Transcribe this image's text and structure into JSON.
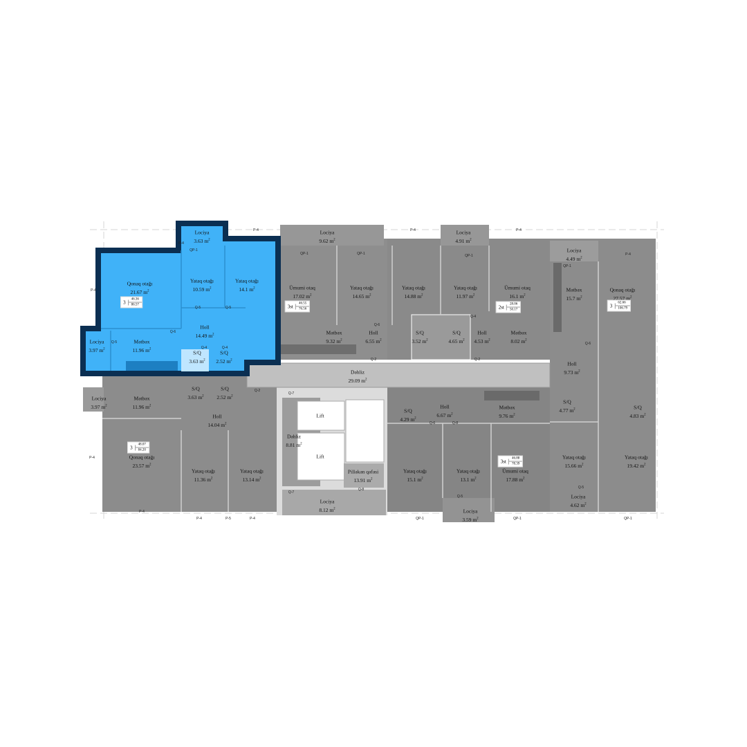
{
  "colors": {
    "selected_fill": "#40b2f8",
    "selected_outline": "#0b2f52",
    "room_gray": "#8c8c8c",
    "corridor": "#c0c0c0"
  },
  "units": "m²",
  "apartments": [
    {
      "id": "selected",
      "selected": true,
      "badge": {
        "rooms": "3",
        "living": "46.36",
        "total": "86.57"
      },
      "rooms": [
        {
          "name": "Lociya",
          "area": "3.63"
        },
        {
          "name": "Qonaq otağı",
          "area": "21.67"
        },
        {
          "name": "Yataq otağı",
          "area": "10.59"
        },
        {
          "name": "Yataq otağı",
          "area": "14.1"
        },
        {
          "name": "Holl",
          "area": "14.49"
        },
        {
          "name": "Lociya",
          "area": "3.97"
        },
        {
          "name": "Mətbəx",
          "area": "11.96"
        },
        {
          "name": "S/Q",
          "area": "3.63"
        },
        {
          "name": "S/Q",
          "area": "2.52"
        }
      ]
    },
    {
      "id": "top-middle",
      "badge": {
        "rooms": "3st",
        "living": "46.55",
        "total": "76.56"
      },
      "rooms": [
        {
          "name": "Lociya",
          "area": "9.62"
        },
        {
          "name": "Ümumi otaq",
          "area": "17.02"
        },
        {
          "name": "Yataq otağı",
          "area": "14.65"
        },
        {
          "name": "Mətbəx",
          "area": "9.32"
        },
        {
          "name": "Holl",
          "area": "6.55"
        }
      ]
    },
    {
      "id": "top-right-2st",
      "badge": {
        "rooms": "2st",
        "living": "28.06",
        "total": "50.17"
      },
      "rooms": [
        {
          "name": "Lociya",
          "area": "4.91"
        },
        {
          "name": "Yataq otağı",
          "area": "14.88"
        },
        {
          "name": "Yataq otağı",
          "area": "11.97"
        },
        {
          "name": "Ümumi otaq",
          "area": "16.1"
        },
        {
          "name": "S/Q",
          "area": "3.52"
        },
        {
          "name": "S/Q",
          "area": "4.65"
        },
        {
          "name": "Holl",
          "area": "4.53"
        },
        {
          "name": "Mətbəx",
          "area": "8.02"
        }
      ]
    },
    {
      "id": "right",
      "badge": {
        "rooms": "3",
        "living": "62.66",
        "total": "106.79"
      },
      "rooms": [
        {
          "name": "Lociya",
          "area": "4.49"
        },
        {
          "name": "Mətbəx",
          "area": "15.7"
        },
        {
          "name": "Qonaq otağı",
          "area": "27.57"
        },
        {
          "name": "Holl",
          "area": "9.73"
        },
        {
          "name": "S/Q",
          "area": "4.77"
        },
        {
          "name": "S/Q",
          "area": "4.83"
        },
        {
          "name": "Yataq otağı",
          "area": "15.66"
        },
        {
          "name": "Yataq otağı",
          "area": "19.42"
        },
        {
          "name": "Lociya",
          "area": "4.62"
        }
      ]
    },
    {
      "id": "bottom-left",
      "badge": {
        "rooms": "3",
        "living": "48.07",
        "total": "84.20"
      },
      "rooms": [
        {
          "name": "S/Q",
          "area": "3.63"
        },
        {
          "name": "S/Q",
          "area": "2.52"
        },
        {
          "name": "Lociya",
          "area": "3.97"
        },
        {
          "name": "Mətbəx",
          "area": "11.96"
        },
        {
          "name": "Holl",
          "area": "14.04"
        },
        {
          "name": "Qonaq otağı",
          "area": "23.57"
        },
        {
          "name": "Yataq otağı",
          "area": "11.36"
        },
        {
          "name": "Yataq otağı",
          "area": "13.14"
        }
      ]
    },
    {
      "id": "bottom-middle",
      "badge": {
        "rooms": "3st",
        "living": "46.88",
        "total": "78.39"
      },
      "rooms": [
        {
          "name": "S/Q",
          "area": "4.29"
        },
        {
          "name": "Holl",
          "area": "6.67"
        },
        {
          "name": "Mətbəx",
          "area": "9.76"
        },
        {
          "name": "Yataq otağı",
          "area": "15.1"
        },
        {
          "name": "Yataq otağı",
          "area": "13.1"
        },
        {
          "name": "Ümumi otaq",
          "area": "17.88"
        },
        {
          "name": "Lociya",
          "area": "3.59"
        }
      ]
    }
  ],
  "common": [
    {
      "name": "Dəhliz",
      "area": "29.09"
    },
    {
      "name": "Dəhliz",
      "area": "8.81"
    },
    {
      "name": "Pilləkən qəfəsi",
      "area": "13.91"
    },
    {
      "name": "Lociya",
      "area": "8.12"
    },
    {
      "name": "Lift",
      "area": ""
    },
    {
      "name": "Lift",
      "area": ""
    }
  ],
  "door_tags": [
    "P-4",
    "P-4",
    "P-4",
    "P-4",
    "P-4",
    "P-4",
    "P-4",
    "P-4",
    "P-4",
    "P-5",
    "P-4",
    "QP-1",
    "QP-1",
    "QP-1",
    "QP-1",
    "QP-1",
    "QP-1",
    "QP-1",
    "QP-1",
    "Q-5",
    "Q-5",
    "Q-5",
    "Q-5",
    "Q-5",
    "Q-6",
    "Q-6",
    "Q-4",
    "Q-4",
    "Q-4",
    "Q-2",
    "Q-2",
    "Q-2",
    "Q-7",
    "Q-7",
    "Q-8",
    "Q-6",
    "Q-6",
    "Q-8"
  ]
}
